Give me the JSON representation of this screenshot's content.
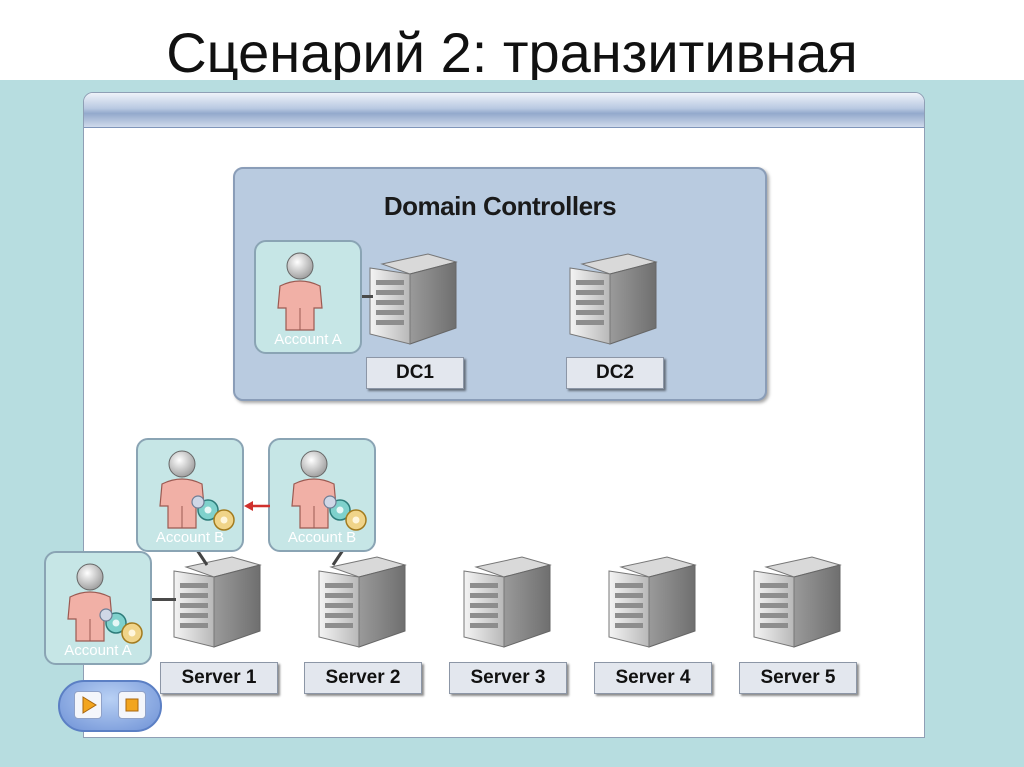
{
  "slide": {
    "title": "Сценарий 2: транзитивная"
  },
  "diagram": {
    "domain_group_label": "Domain Controllers",
    "domain_controllers": [
      {
        "label": "DC1"
      },
      {
        "label": "DC2"
      }
    ],
    "servers": [
      {
        "label": "Server 1"
      },
      {
        "label": "Server 2"
      },
      {
        "label": "Server 3"
      },
      {
        "label": "Server 4"
      },
      {
        "label": "Server 5"
      }
    ],
    "accounts": {
      "dc1_account": "Account A",
      "server1_upper_account": "Account B",
      "server2_upper_account": "Account B",
      "server1_lower_account": "Account A"
    },
    "arrow_color": "#d0312d"
  },
  "controls": {
    "play_icon": "play-icon",
    "stop_icon": "stop-icon"
  }
}
